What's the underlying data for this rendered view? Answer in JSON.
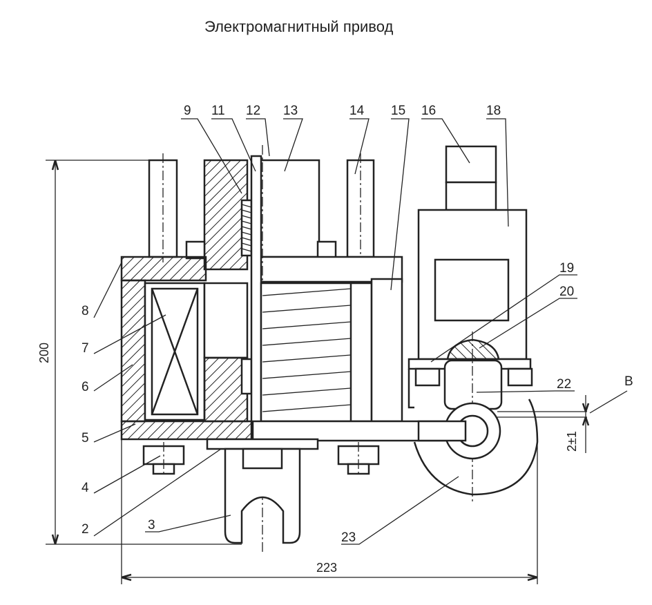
{
  "title": "Электромагнитный привод",
  "labels": {
    "p2": "2",
    "p3": "3",
    "p4": "4",
    "p5": "5",
    "p6": "6",
    "p7": "7",
    "p8": "8",
    "p9": "9",
    "p11": "11",
    "p12": "12",
    "p13": "13",
    "p14": "14",
    "p15": "15",
    "p16": "16",
    "p18": "18",
    "p19": "19",
    "p20": "20",
    "p22": "22",
    "p23": "23",
    "pB": "B"
  },
  "dimensions": {
    "height": "200",
    "width": "223",
    "gap": "2±1"
  }
}
